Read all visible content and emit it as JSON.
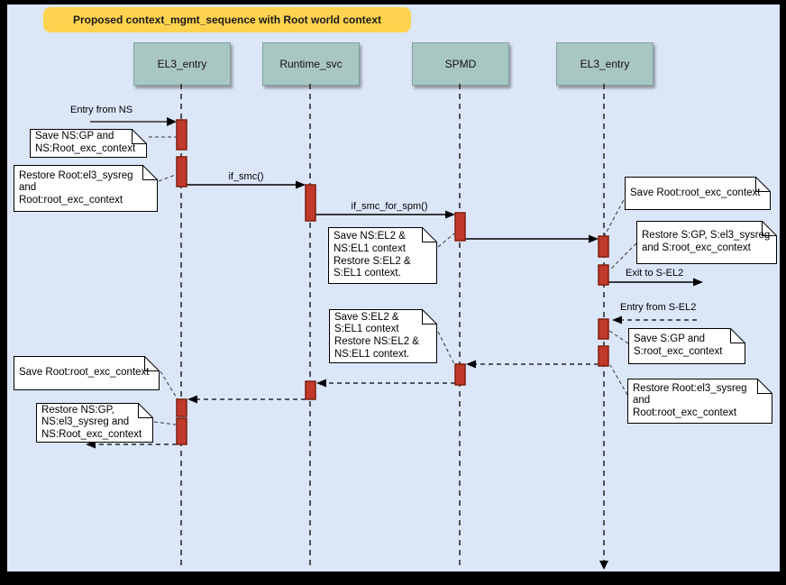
{
  "title": "Proposed context_mgmt_sequence with Root world context",
  "lifelines": [
    {
      "label": "EL3_entry"
    },
    {
      "label": "Runtime_svc"
    },
    {
      "label": "SPMD"
    },
    {
      "label": "EL3_entry"
    }
  ],
  "messages": {
    "entry_from_ns": "Entry from NS",
    "if_smc": "if_smc()",
    "if_smc_for_spm": "if_smc_for_spm()",
    "exit_to_sel2": "Exit to S-EL2",
    "entry_from_sel2": "Entry from S-EL2"
  },
  "notes": [
    {
      "text": "Save NS:GP and\nNS:Root_exc_context"
    },
    {
      "text": "Restore Root:el3_sysreg\nand\nRoot:root_exc_context"
    },
    {
      "text": "Save NS:EL2 &\nNS:EL1 context\nRestore S:EL2 &\nS:EL1 context."
    },
    {
      "text": "Save Root:root_exc_context"
    },
    {
      "text": "Restore S:GP, S:el3_sysreg\nand S:root_exc_context"
    },
    {
      "text": "Save S:EL2 &\nS:EL1 context\nRestore NS:EL2 &\nNS:EL1 context."
    },
    {
      "text": "Save S:GP and\nS:root_exc_context"
    },
    {
      "text": "Save Root:root_exc_context"
    },
    {
      "text": "Restore NS:GP,\nNS:el3_sysreg and\nNS:Root_exc_context"
    },
    {
      "text": "Restore Root:el3_sysreg\nand\nRoot:root_exc_context"
    }
  ],
  "colors": {
    "background": "#dce6f9",
    "frame": "#000000",
    "title_bg": "#ffd34f",
    "lifeline_head_bg": "#a8c6c2",
    "activation_fill": "#c0392b",
    "activation_stroke": "#7e1f10",
    "note_bg": "#ffffff",
    "message_line": "#000000",
    "entry_arrow_gray": "#5b5b5b"
  }
}
